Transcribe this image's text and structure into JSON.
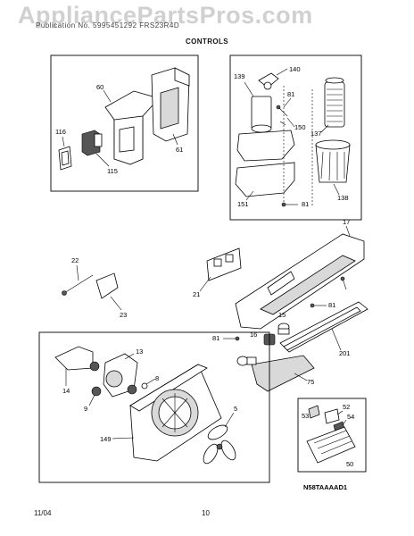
{
  "watermark": "AppliancePartsPros.com",
  "header_line": "Publication No. 5995451292   FRS23R4D",
  "section_title": "CONTROLS",
  "diagram_code": "N58TAAAAD1",
  "footer": {
    "date": "11/04",
    "page": "10"
  },
  "part_labels": {
    "p60": "60",
    "p61": "61",
    "p116": "116",
    "p115": "115",
    "p139": "139",
    "p140": "140",
    "p81a": "81",
    "p150": "150",
    "p137": "137",
    "p138": "138",
    "p151": "151",
    "p81b": "81",
    "p17": "17",
    "p22": "22",
    "p21": "21",
    "p23": "23",
    "p81c": "81",
    "p15": "15",
    "p81d": "81",
    "p16": "16",
    "p201": "201",
    "p75": "75",
    "p13": "13",
    "p14": "14",
    "p8": "8",
    "p9": "9",
    "p149": "149",
    "p5": "5",
    "p53": "53",
    "p52": "52",
    "p54": "54",
    "p50": "50"
  }
}
